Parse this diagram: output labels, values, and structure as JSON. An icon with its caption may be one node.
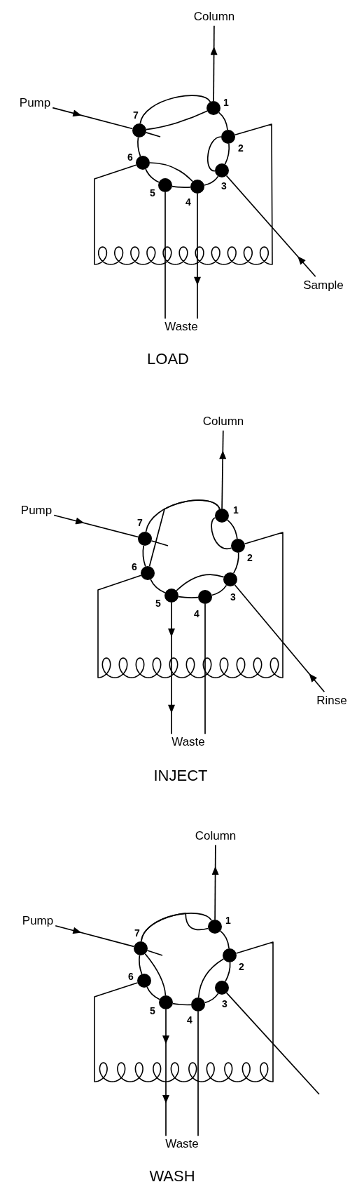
{
  "diagram": {
    "nodes": [
      {
        "text": [
          "Column"
        ]
      },
      {
        "text": [
          "Pump"
        ]
      },
      {
        "text": [],
        "shape": "circle",
        "beside": [
          "1"
        ]
      },
      {
        "text": [],
        "shape": "circle",
        "beside": [
          "2"
        ]
      },
      {
        "text": [],
        "shape": "circle",
        "beside": [
          "3"
        ]
      },
      {
        "text": [],
        "shape": "circle",
        "beside": [
          "4"
        ]
      },
      {
        "text": [],
        "shape": "circle",
        "beside": [
          "5"
        ]
      },
      {
        "text": [],
        "shape": "circle",
        "beside": [
          "6"
        ]
      },
      {
        "text": [],
        "shape": "circle",
        "beside": [
          "7"
        ]
      },
      {
        "text": [
          "Sample"
        ]
      },
      {
        "text": [
          "Waste"
        ]
      },
      {
        "text": [
          "Column"
        ]
      },
      {
        "text": [
          "Pump"
        ]
      },
      {
        "text": [],
        "shape": "circle",
        "beside": [
          "1"
        ]
      },
      {
        "text": [],
        "shape": "circle",
        "beside": [
          "2"
        ]
      },
      {
        "text": [],
        "shape": "circle",
        "beside": [
          "3"
        ]
      },
      {
        "text": [],
        "shape": "circle",
        "beside": [
          "4"
        ]
      },
      {
        "text": [],
        "shape": "circle",
        "beside": [
          "5"
        ]
      },
      {
        "text": [],
        "shape": "circle",
        "beside": [
          "6"
        ]
      },
      {
        "text": [],
        "shape": "circle",
        "beside": [
          "7"
        ]
      },
      {
        "text": [
          "Rinse"
        ]
      },
      {
        "text": [
          "Waste"
        ]
      },
      {
        "text": [
          "Column"
        ]
      },
      {
        "text": [
          "Pump"
        ]
      },
      {
        "text": [],
        "shape": "circle",
        "beside": [
          "1"
        ]
      },
      {
        "text": [],
        "shape": "circle",
        "beside": [
          "2"
        ]
      },
      {
        "text": [],
        "shape": "circle",
        "beside": [
          "3"
        ]
      },
      {
        "text": [],
        "shape": "circle",
        "beside": [
          "4"
        ]
      },
      {
        "text": [],
        "shape": "circle",
        "beside": [
          "5"
        ]
      },
      {
        "text": [],
        "shape": "circle",
        "beside": [
          "6"
        ]
      },
      {
        "text": [],
        "shape": "circle",
        "beside": [
          "7"
        ]
      },
      {
        "text": [
          "Waste"
        ]
      }
    ],
    "edges": [
      {
        "from": 1,
        "to": 8,
        "arrow": "to"
      },
      {
        "from": 2,
        "to": 0,
        "arrow": "to"
      },
      {
        "from": 9,
        "to": 4,
        "arrow": "to"
      },
      {
        "from": 5,
        "to": 10,
        "arrow": "to"
      },
      {
        "from": 6,
        "to": 10,
        "arrow": "none"
      },
      {
        "from": 8,
        "to": 2,
        "arrow": "none"
      },
      {
        "from": 8,
        "to": 2,
        "arrow": "none"
      },
      {
        "from": 2,
        "to": 3,
        "arrow": "none"
      },
      {
        "from": 3,
        "to": 4,
        "arrow": "none"
      },
      {
        "from": 3,
        "to": 4,
        "arrow": "none"
      },
      {
        "from": 4,
        "to": 5,
        "arrow": "none"
      },
      {
        "from": 5,
        "to": 6,
        "arrow": "none"
      },
      {
        "from": 6,
        "to": 7,
        "arrow": "none"
      },
      {
        "from": 7,
        "to": 5,
        "arrow": "none"
      },
      {
        "from": 7,
        "to": 8,
        "arrow": "none"
      },
      {
        "from": 12,
        "to": 19,
        "arrow": "to"
      },
      {
        "from": 13,
        "to": 11,
        "arrow": "to"
      },
      {
        "from": 20,
        "to": 15,
        "arrow": "to"
      },
      {
        "from": 17,
        "to": 21,
        "arrow": "to"
      },
      {
        "from": 16,
        "to": 21,
        "arrow": "none"
      },
      {
        "from": 19,
        "to": 13,
        "arrow": "none"
      },
      {
        "from": 18,
        "to": 13,
        "arrow": "none"
      },
      {
        "from": 13,
        "to": 14,
        "arrow": "none"
      },
      {
        "from": 13,
        "to": 14,
        "arrow": "none"
      },
      {
        "from": 14,
        "to": 15,
        "arrow": "none"
      },
      {
        "from": 15,
        "to": 16,
        "arrow": "none"
      },
      {
        "from": 16,
        "to": 17,
        "arrow": "none"
      },
      {
        "from": 17,
        "to": 15,
        "arrow": "none"
      },
      {
        "from": 17,
        "to": 18,
        "arrow": "none"
      },
      {
        "from": 18,
        "to": 19,
        "arrow": "none"
      },
      {
        "from": 23,
        "to": 30,
        "arrow": "to"
      },
      {
        "from": 24,
        "to": 22,
        "arrow": "to"
      },
      {
        "from": 28,
        "to": 31,
        "arrow": "to"
      },
      {
        "from": 27,
        "to": 31,
        "arrow": "none"
      },
      {
        "from": 26,
        "to": null,
        "arrow": "none"
      },
      {
        "from": 30,
        "to": 24,
        "arrow": "none"
      },
      {
        "from": 24,
        "to": 30,
        "arrow": "none"
      },
      {
        "from": 24,
        "to": 25,
        "arrow": "none"
      },
      {
        "from": 25,
        "to": 26,
        "arrow": "none"
      },
      {
        "from": 25,
        "to": 27,
        "arrow": "none"
      },
      {
        "from": 26,
        "to": 27,
        "arrow": "none"
      },
      {
        "from": 27,
        "to": 28,
        "arrow": "none"
      },
      {
        "from": 28,
        "to": 29,
        "arrow": "none"
      },
      {
        "from": 29,
        "to": 30,
        "arrow": "none"
      },
      {
        "from": 30,
        "to": 28,
        "arrow": "none"
      }
    ],
    "labels": [
      "LOAD",
      "INJECT",
      "WASH"
    ]
  }
}
